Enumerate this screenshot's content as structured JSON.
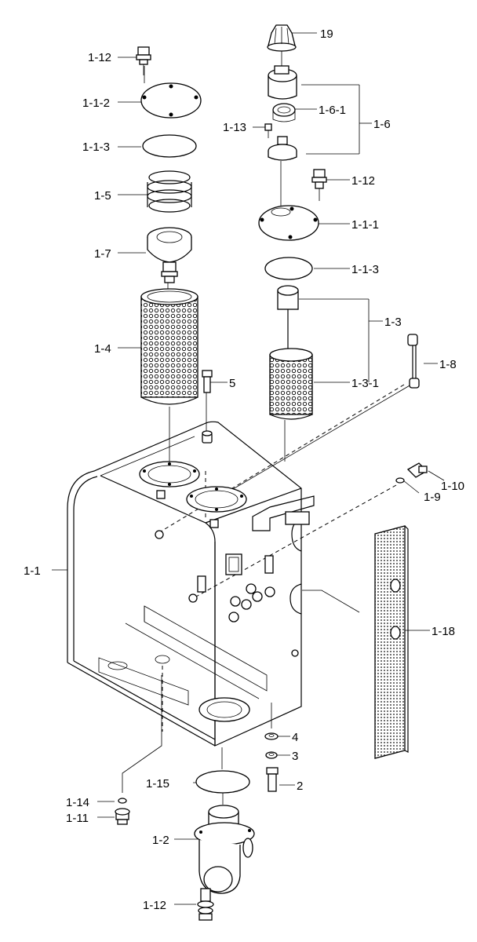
{
  "labels": {
    "p19": "19",
    "p1_12_top": "1-12",
    "p1_1_2": "1-1-2",
    "p1_6_1": "1-6-1",
    "p1_13": "1-13",
    "p1_6": "1-6",
    "p1_1_3_left": "1-1-3",
    "p1_5": "1-5",
    "p1_12_mid": "1-12",
    "p1_1_1": "1-1-1",
    "p1_7": "1-7",
    "p1_1_3_right": "1-1-3",
    "p1_3": "1-3",
    "p1_4": "1-4",
    "p1_8": "1-8",
    "p5": "5",
    "p1_3_1": "1-3-1",
    "p1_10": "1-10",
    "p1_9": "1-9",
    "p1_1": "1-1",
    "p1_18": "1-18",
    "p4": "4",
    "p3": "3",
    "p1_15": "1-15",
    "p2": "2",
    "p1_14": "1-14",
    "p1_11": "1-11",
    "p1_2": "1-2",
    "p1_12_bottom": "1-12"
  }
}
